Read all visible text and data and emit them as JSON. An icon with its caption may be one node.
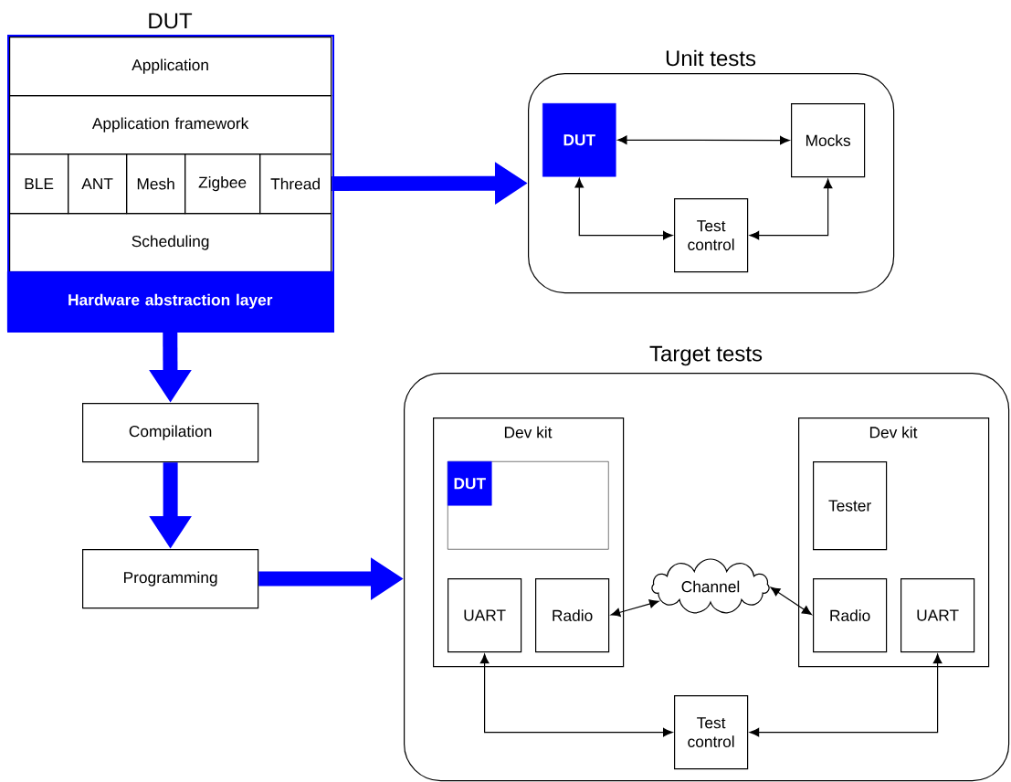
{
  "diagram": {
    "nodes": [
      {
        "text": [
          "DUT"
        ]
      },
      {
        "text": [
          "Application"
        ],
        "in": 0
      },
      {
        "text": [
          "Application framework"
        ],
        "in": 0
      },
      {
        "text": [
          "BLE"
        ],
        "in": 0
      },
      {
        "text": [
          "ANT"
        ],
        "in": 0
      },
      {
        "text": [
          "Mesh"
        ],
        "in": 0
      },
      {
        "text": [
          "Zigbee"
        ],
        "in": 0
      },
      {
        "text": [
          "Thread"
        ],
        "in": 0
      },
      {
        "text": [
          "Scheduling"
        ],
        "in": 0
      },
      {
        "text": [
          "Hardware abstraction layer"
        ],
        "in": 0
      },
      {
        "text": [
          "Unit tests"
        ]
      },
      {
        "text": [
          "DUT"
        ],
        "in": 10
      },
      {
        "text": [
          "Mocks"
        ],
        "in": 10
      },
      {
        "text": [
          "Test control"
        ],
        "in": 10
      },
      {
        "text": [
          "Compilation"
        ]
      },
      {
        "text": [
          "Programming"
        ]
      },
      {
        "text": [
          "Target tests"
        ]
      },
      {
        "text": [
          "Dev kit"
        ],
        "in": 16
      },
      {
        "text": [],
        "shape": "box",
        "in": 17
      },
      {
        "text": [
          "DUT"
        ],
        "in": 18
      },
      {
        "text": [
          "UART"
        ],
        "in": 17
      },
      {
        "text": [
          "Radio"
        ],
        "in": 17
      },
      {
        "text": [
          "Dev kit"
        ],
        "in": 16
      },
      {
        "text": [
          "Tester"
        ],
        "in": 22
      },
      {
        "text": [
          "Radio"
        ],
        "in": 22
      },
      {
        "text": [
          "UART"
        ],
        "in": 22
      },
      {
        "text": [
          "Channel"
        ],
        "in": 16
      },
      {
        "text": [
          "Test control"
        ],
        "in": 16
      }
    ],
    "edges": [
      {
        "from": 7,
        "to": 10,
        "arrow": "to",
        "style": "thick",
        "color": "#0000ff"
      },
      {
        "from": 9,
        "to": 14,
        "arrow": "to",
        "style": "thick",
        "color": "#0000ff"
      },
      {
        "from": 14,
        "to": 15,
        "arrow": "to",
        "style": "thick",
        "color": "#0000ff"
      },
      {
        "from": 15,
        "to": 16,
        "arrow": "to",
        "style": "thick",
        "color": "#0000ff"
      },
      {
        "from": 11,
        "to": 12,
        "arrow": "both"
      },
      {
        "from": 11,
        "to": 13,
        "arrow": "both"
      },
      {
        "from": 12,
        "to": 13,
        "arrow": "both"
      },
      {
        "from": 21,
        "to": 26,
        "arrow": "both"
      },
      {
        "from": 26,
        "to": 24,
        "arrow": "both"
      },
      {
        "from": 20,
        "to": 27,
        "arrow": "both"
      },
      {
        "from": 25,
        "to": 27,
        "arrow": "both"
      }
    ]
  }
}
